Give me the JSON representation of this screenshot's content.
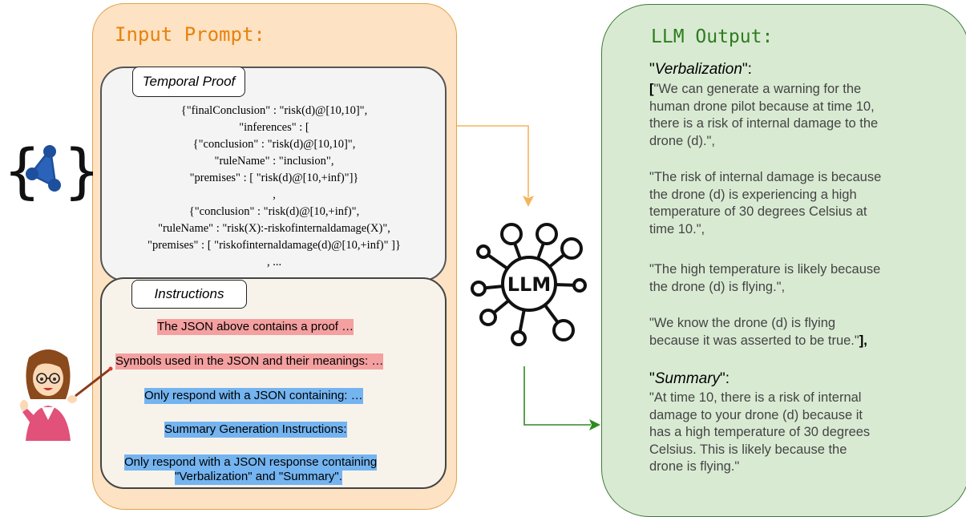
{
  "input": {
    "title": "Input Prompt:",
    "proof_label": "Temporal Proof",
    "proof_lines": [
      "{\"finalConclusion\" : \"risk(d)@[10,10]\",",
      "\"inferences\" : [",
      "{\"conclusion\" : \"risk(d)@[10,10]\",",
      "\"ruleName\" : \"inclusion\",",
      "\"premises\" : [ \"risk(d)@[10,+inf)\"]}",
      ",",
      "{\"conclusion\" : \"risk(d)@[10,+inf)\",",
      "\"ruleName\" : \"risk(X):-riskofinternaldamage(X)\",",
      "\"premises\" : [ \"riskofinternaldamage(d)@[10,+inf)\" ]}",
      ", ..."
    ],
    "instructions_label": "Instructions",
    "instructions": [
      "The JSON above contains a proof …",
      "Symbols used in the JSON and their meanings: …",
      "Only respond with a JSON containing: …",
      "Summary Generation Instructions:",
      "Only respond with a JSON response containing",
      "\"Verbalization\" and \"Summary\"."
    ]
  },
  "llm": {
    "label": "LLM"
  },
  "output": {
    "title": "LLM Output:",
    "verbalization_key": "Verbalization",
    "open_bracket": "[",
    "close_bracket": "],",
    "para1": [
      "\"We can generate a warning for the",
      "human drone pilot because at time 10,",
      "there is a risk of internal damage to the",
      "drone (d).\","
    ],
    "para2": [
      "\"The risk of internal damage is because",
      "the drone (d) is experiencing a high",
      "temperature of 30 degrees Celsius at",
      "time 10.\","
    ],
    "para3": [
      "\"The high temperature is likely because",
      "the drone (d) is flying.\","
    ],
    "para4": [
      "\"We know the drone (d) is flying",
      "because it was asserted to be true.\""
    ],
    "summary_key": "Summary",
    "summary": [
      "\"At time 10, there is a risk of internal",
      "damage to your drone (d) because it",
      "has a high temperature of 30 degrees",
      "Celsius. This is likely because the",
      "drone is flying.\""
    ]
  },
  "colors": {
    "input_fill": "#fde2c3",
    "output_fill": "#d9ead3",
    "red_highlight": "#f4a0a0",
    "blue_highlight": "#74b4f0",
    "orange_arrow": "#f5b45a",
    "green_arrow": "#2e8b1f"
  },
  "icons": [
    "json-graph-icon",
    "llm-network-icon",
    "teacher-avatar-icon"
  ]
}
